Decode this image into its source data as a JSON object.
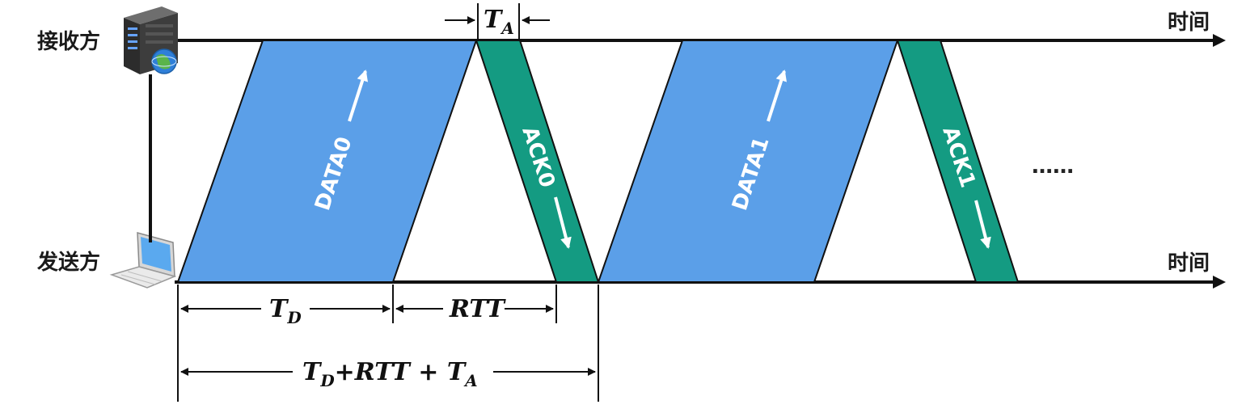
{
  "parties": {
    "receiver": "接收方",
    "sender": "发送方"
  },
  "axis": {
    "time_top": "时间",
    "time_bottom": "时间"
  },
  "frames": {
    "data0": "DATA0",
    "ack0": "ACK0",
    "data1": "DATA1",
    "ack1": "ACK1"
  },
  "ellipsis": "……",
  "intervals": {
    "ta": {
      "main": "T",
      "sub": "A"
    },
    "td": {
      "main": "T",
      "sub": "D"
    },
    "rtt": "RTT",
    "total": {
      "t1": "T",
      "s1": "D",
      "mid": "+RTT + ",
      "t2": "T",
      "s2": "A"
    }
  },
  "colors": {
    "data": "#5b9fe8",
    "ack": "#149b82",
    "line": "#111111",
    "arrow": "#ffffff"
  },
  "icons": {
    "receiver": "server-globe-icon",
    "sender": "laptop-icon"
  }
}
